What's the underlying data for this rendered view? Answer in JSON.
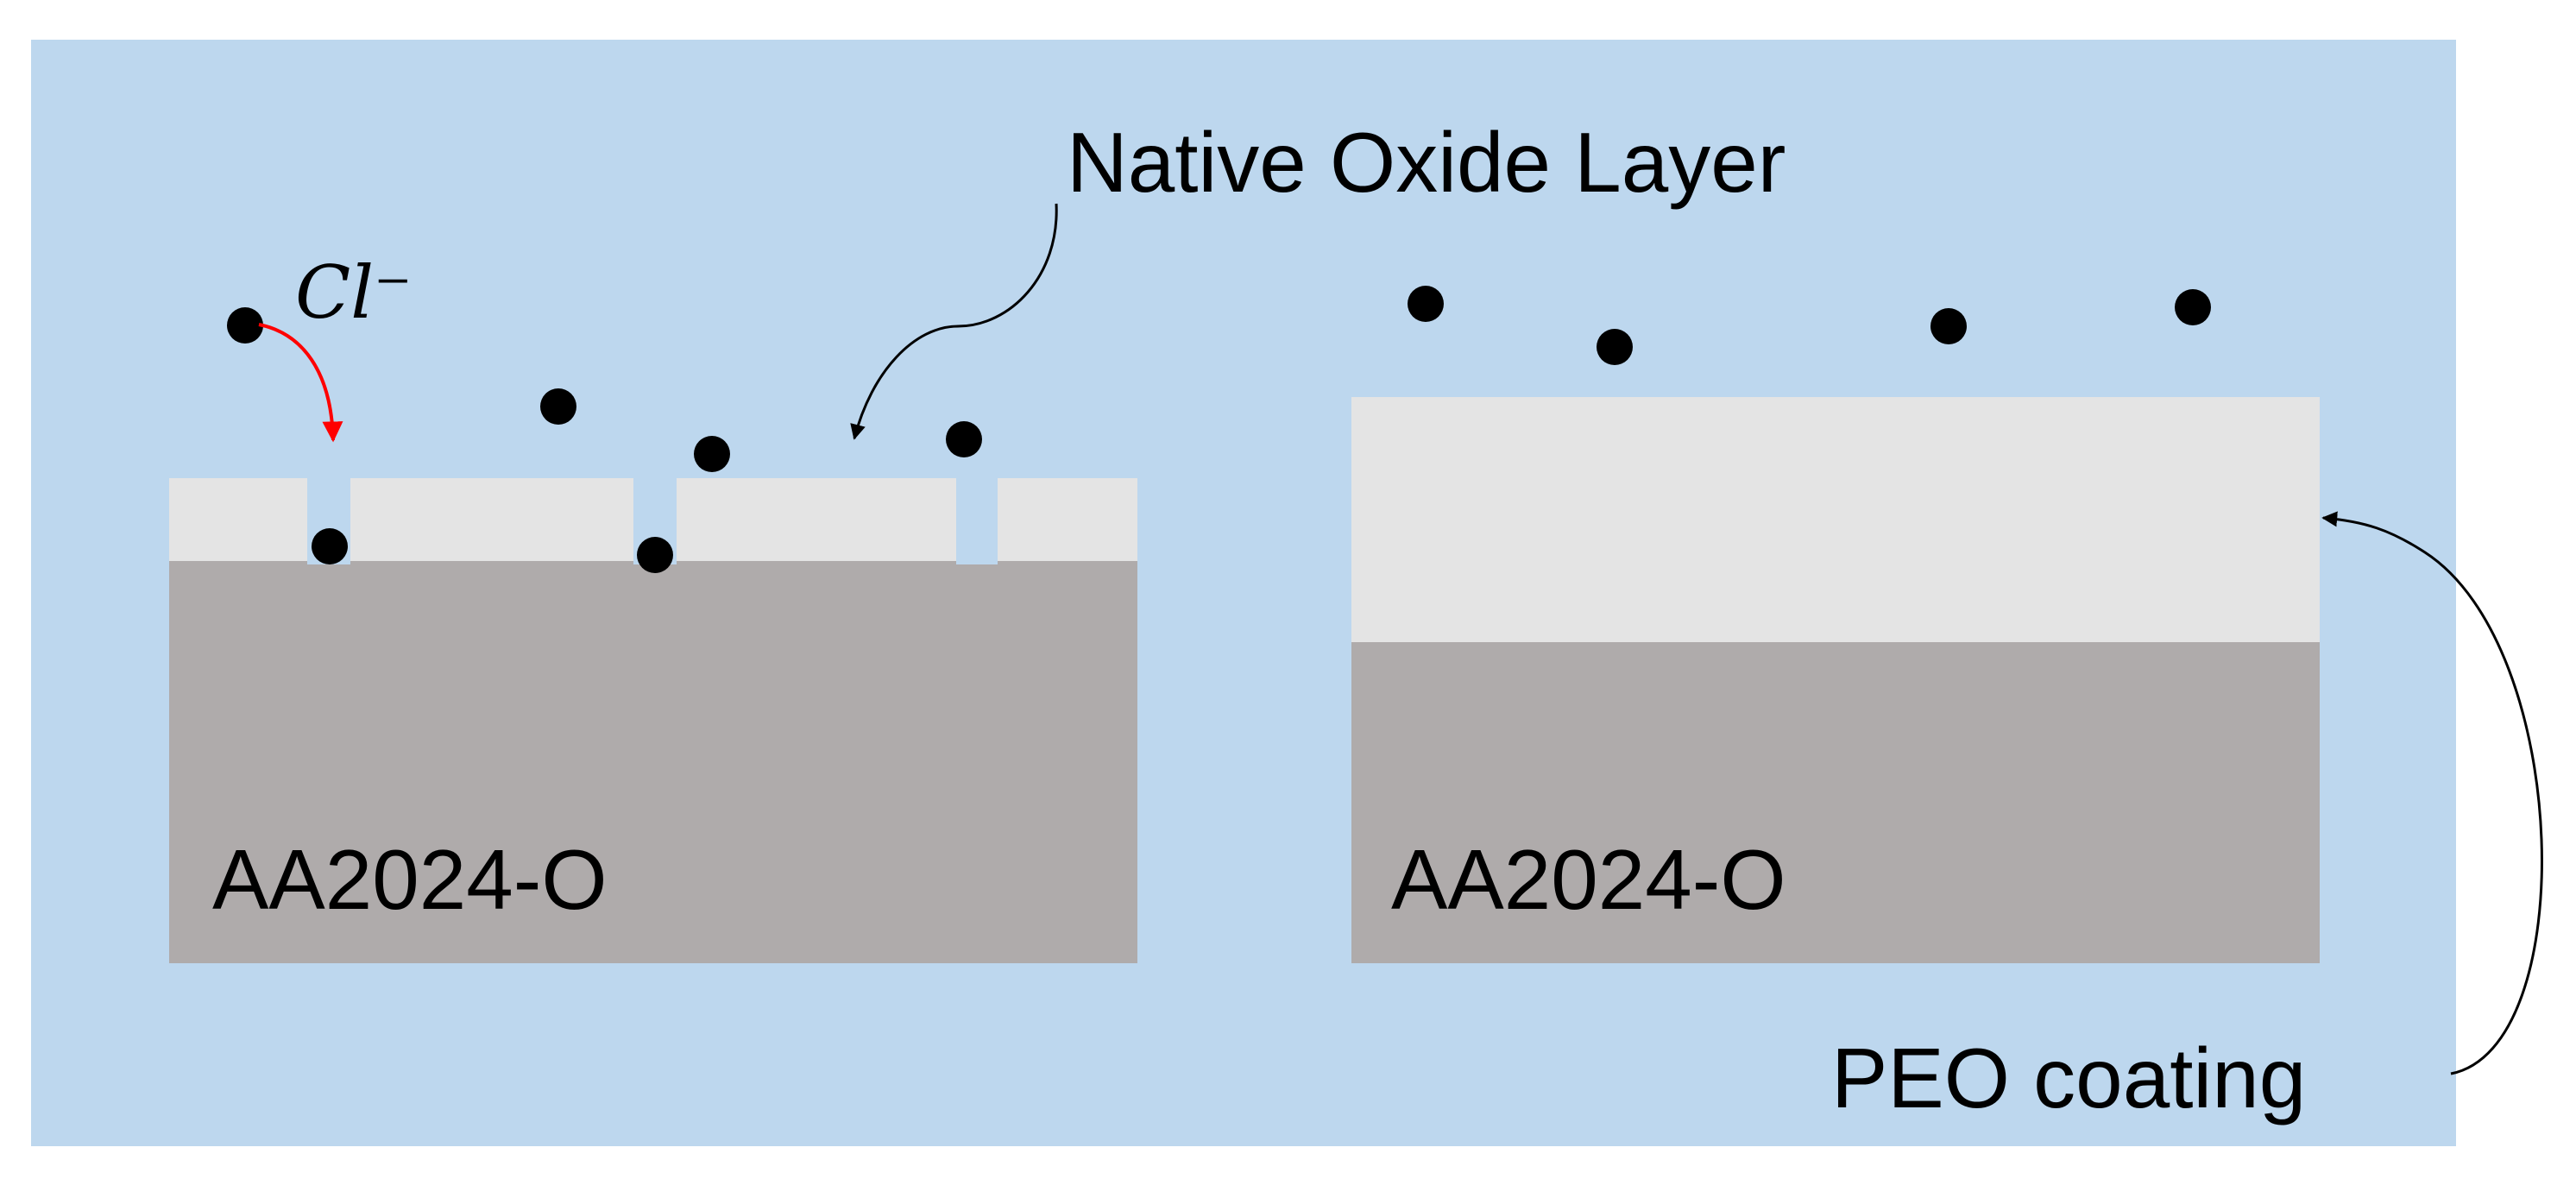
{
  "diagram": {
    "background_color": "#BDD7EE",
    "labels": {
      "native_oxide": "Native Oxide Layer",
      "chloride_ion": "Cl⁻",
      "left_substrate": "AA2024-O",
      "right_substrate": "AA2024-O",
      "peo_coating": "PEO coating"
    },
    "colors": {
      "substrate": "#AFABAB",
      "oxide_layer": "#E4E4E4",
      "coating": "#E4E4E4",
      "ion_dot": "#000000",
      "chloride_arrow": "#FF0000",
      "annotation_arrow": "#000000"
    }
  }
}
